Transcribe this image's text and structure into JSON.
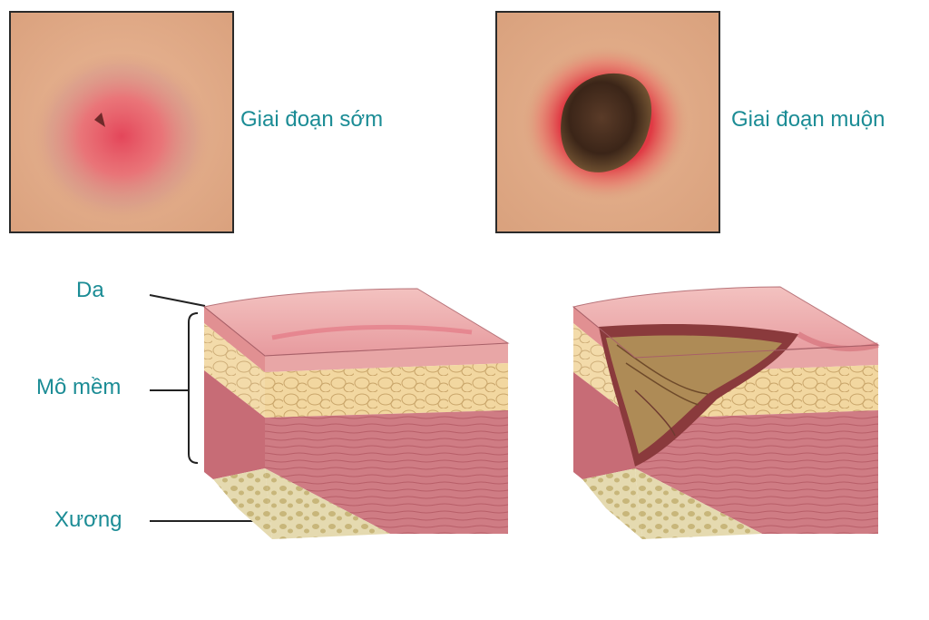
{
  "photos": [
    {
      "caption": "Giai đoạn sớm"
    },
    {
      "caption": "Giai đoạn muộn"
    }
  ],
  "anatomy_labels": {
    "skin": "Da",
    "soft_tissue": "Mô mềm",
    "bone": "Xương"
  },
  "colors": {
    "label_teal": "#1b8c95",
    "skin_tone": "#e8b592",
    "redness": "#e0485a",
    "fat": "#f2d7a0",
    "muscle": "#cc7a80",
    "bone": "#ded2a4"
  }
}
